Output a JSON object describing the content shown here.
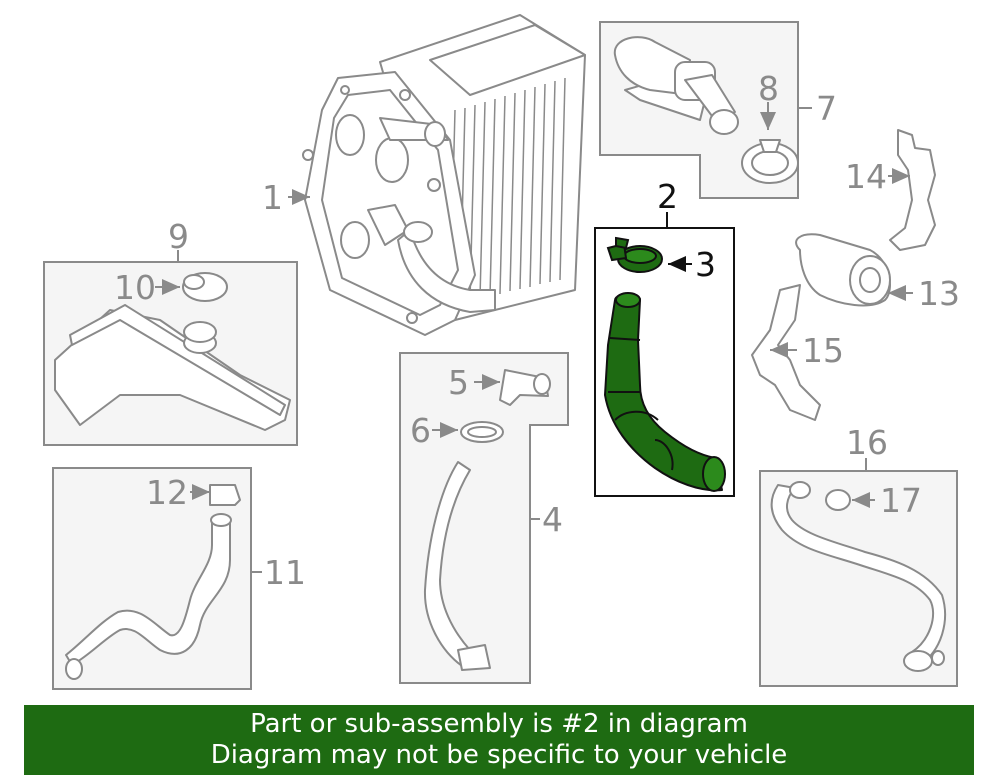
{
  "callouts": {
    "c1": "1",
    "c2": "2",
    "c3": "3",
    "c4": "4",
    "c5": "5",
    "c6": "6",
    "c7": "7",
    "c8": "8",
    "c9": "9",
    "c10": "10",
    "c11": "11",
    "c12": "12",
    "c13": "13",
    "c14": "14",
    "c15": "15",
    "c16": "16",
    "c17": "17"
  },
  "highlight_part": "2",
  "colors": {
    "highlight_fill": "#1e6b12",
    "line_gray": "#8a8a8a",
    "panel_fill": "#f5f5f5",
    "banner_text": "#ffffff"
  },
  "banner": {
    "line1": "Part or sub-assembly is #2 in diagram",
    "line2": "Diagram may not be specific to your vehicle"
  }
}
